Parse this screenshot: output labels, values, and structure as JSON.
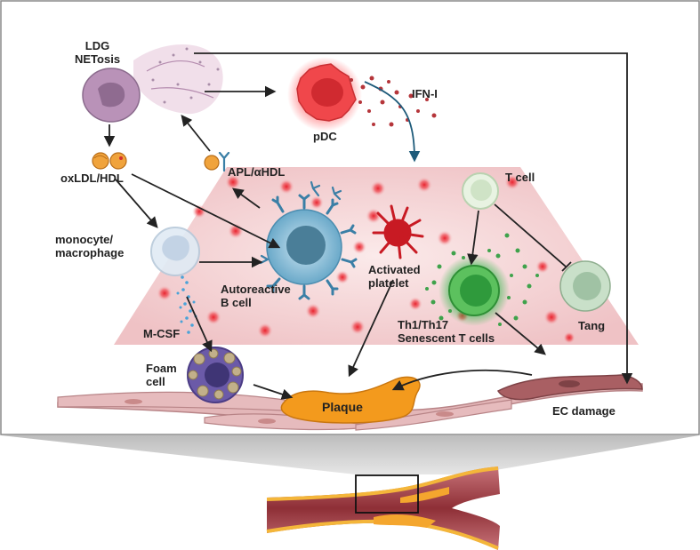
{
  "labels": {
    "ldg_netosis": "LDG\nNETosis",
    "pdc": "pDC",
    "ifn": "IFN-I",
    "oxldl_hdl": "oxLDL/HDL",
    "apl_hdl": "APL/αHDL",
    "t_cell": "T cell",
    "monocyte": "monocyte/\nmacrophage",
    "activated_platelet": "Activated\nplatelet",
    "autoreactive_b": "Autoreactive\nB cell",
    "tang": "Tang",
    "mcsf": "M-CSF",
    "th": "Th1/Th17\nSenescent T cells",
    "foam": "Foam\ncell",
    "plaque": "Plaque",
    "ec_damage": "EC damage"
  },
  "colors": {
    "frame_border": "#888888",
    "plane": "#f4d2d4",
    "red_dot": "#e8232e",
    "plaque": "#f39a1d",
    "endothelium": "#c98a8a",
    "ifn_dot": "#b5353a",
    "mcsf_dot": "#4aa3d8",
    "green_dot": "#3fa24b"
  }
}
